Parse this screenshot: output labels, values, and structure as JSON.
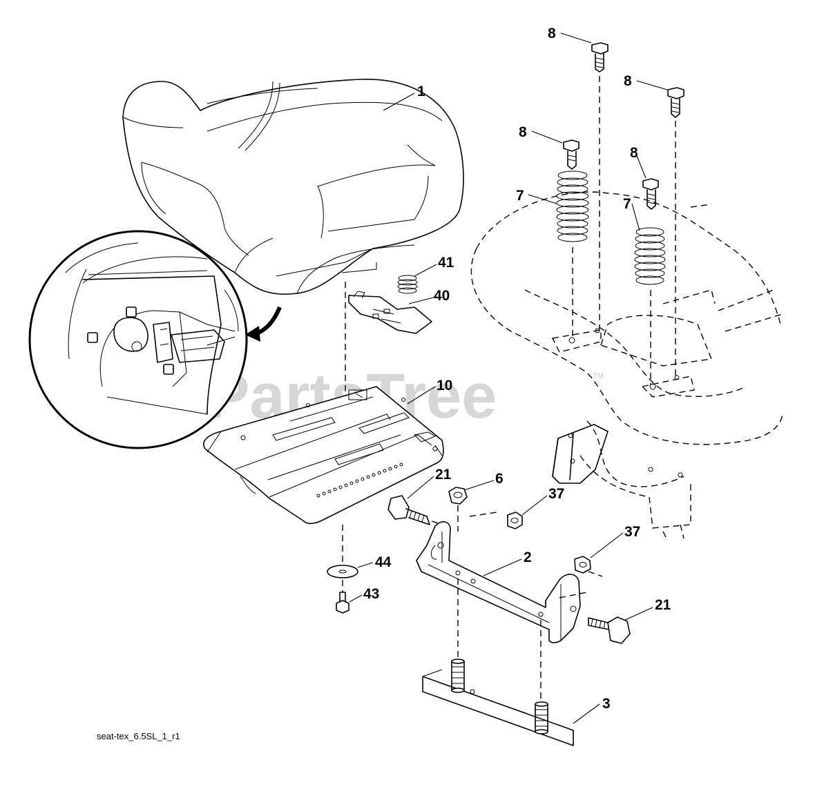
{
  "diagram": {
    "watermark": "PartsTree",
    "watermark_mark": "TM",
    "file_id": "seat-tex_6.5SL_1_r1",
    "callouts": [
      {
        "id": "c1",
        "label": "1"
      },
      {
        "id": "c41",
        "label": "41"
      },
      {
        "id": "c40",
        "label": "40"
      },
      {
        "id": "c10",
        "label": "10"
      },
      {
        "id": "c21a",
        "label": "21"
      },
      {
        "id": "c6",
        "label": "6"
      },
      {
        "id": "c37a",
        "label": "37"
      },
      {
        "id": "c37b",
        "label": "37"
      },
      {
        "id": "c2",
        "label": "2"
      },
      {
        "id": "c21b",
        "label": "21"
      },
      {
        "id": "c44",
        "label": "44"
      },
      {
        "id": "c43",
        "label": "43"
      },
      {
        "id": "c3",
        "label": "3"
      },
      {
        "id": "c8a",
        "label": "8"
      },
      {
        "id": "c8b",
        "label": "8"
      },
      {
        "id": "c8c",
        "label": "8"
      },
      {
        "id": "c8d",
        "label": "8"
      },
      {
        "id": "c7a",
        "label": "7"
      },
      {
        "id": "c7b",
        "label": "7"
      }
    ]
  }
}
